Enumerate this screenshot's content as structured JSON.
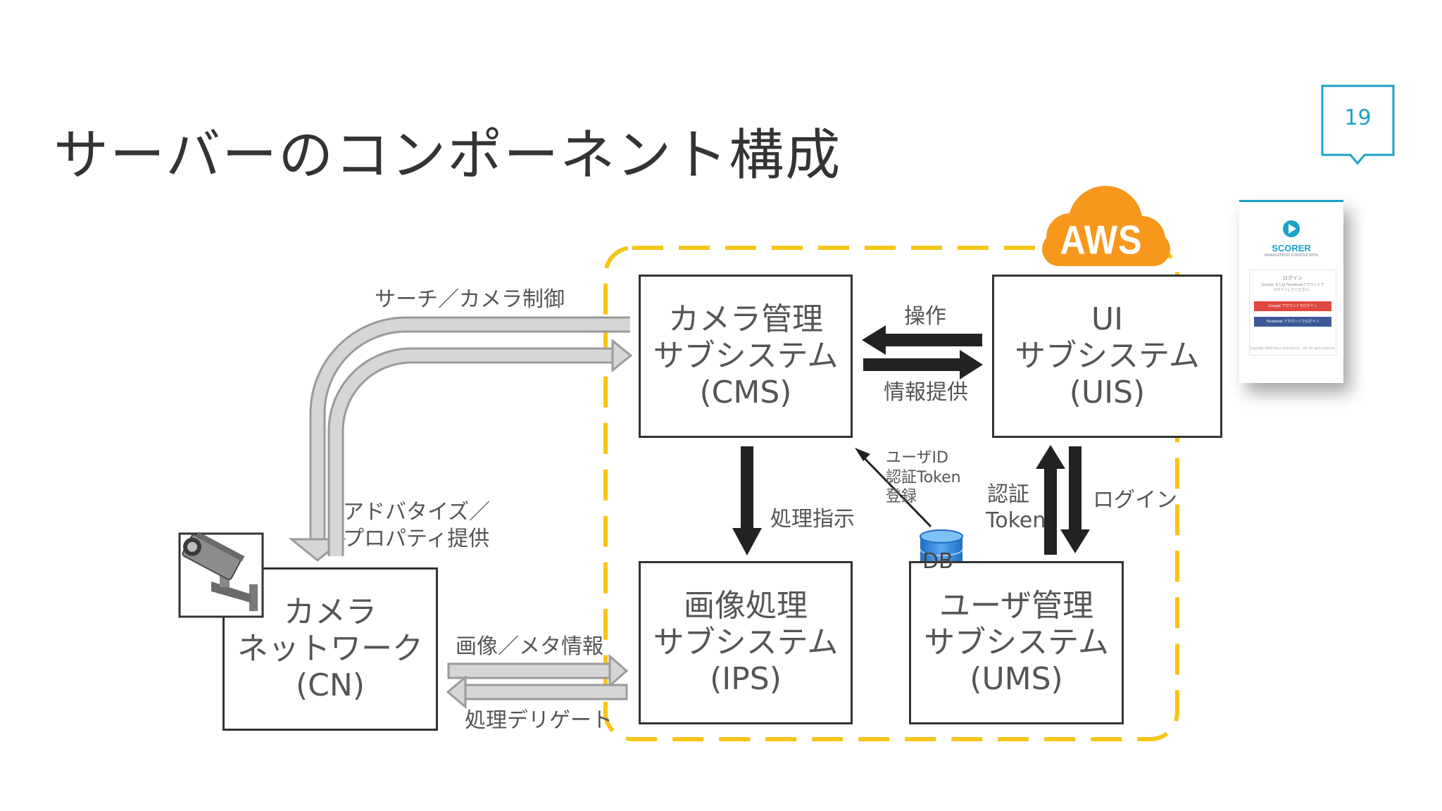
{
  "slide": {
    "title": "サーバーのコンポーネント構成",
    "page_number": "19"
  },
  "aws": {
    "label": "AWS"
  },
  "boxes": {
    "cms": {
      "line1": "カメラ管理",
      "line2": "サブシステム",
      "line3": "(CMS)"
    },
    "uis": {
      "line1": "UI",
      "line2": "サブシステム",
      "line3": "(UIS)"
    },
    "ips": {
      "line1": "画像処理",
      "line2": "サブシステム",
      "line3": "(IPS)"
    },
    "ums": {
      "line1": "ユーザ管理",
      "line2": "サブシステム",
      "line3": "(UMS)"
    },
    "cn": {
      "line1": "カメラ",
      "line2": "ネットワーク",
      "line3": "(CN)"
    }
  },
  "labels": {
    "search_camera_control": "サーチ／カメラ制御",
    "advertise_line1": "アドバタイズ／",
    "advertise_line2": "プロパティ提供",
    "operation": "操作",
    "info_provide": "情報提供",
    "process_instruction": "処理指示",
    "user_id": "ユーザID",
    "auth_token": "認証Token",
    "register": "登録",
    "auth": "認証",
    "token": "Token",
    "login": "ログイン",
    "image_meta": "画像／メタ情報",
    "process_delegate": "処理デリゲート",
    "db": "DB"
  },
  "screenshot_card": {
    "logo": "SCORER",
    "subtitle": "MANAGEMENT CONSOLE BETA",
    "heading": "ログイン",
    "desc_line1": "Google または Facebookアカウントで",
    "desc_line2": "ログインしてください。",
    "google_button": "Google アカウントでログイン",
    "facebook_button": "Facebook アカウントでログイン",
    "copyright": "Copyright 2016 Future Standard Co., Ltd. All rights reserved."
  },
  "colors": {
    "aws_orange": "#f7981d",
    "dashed_border": "#f5c518",
    "arrow_dark": "#222222",
    "arrow_light": "#d6d6d6",
    "accent": "#1aa3c8",
    "db_blue": "#2d7fd2"
  }
}
